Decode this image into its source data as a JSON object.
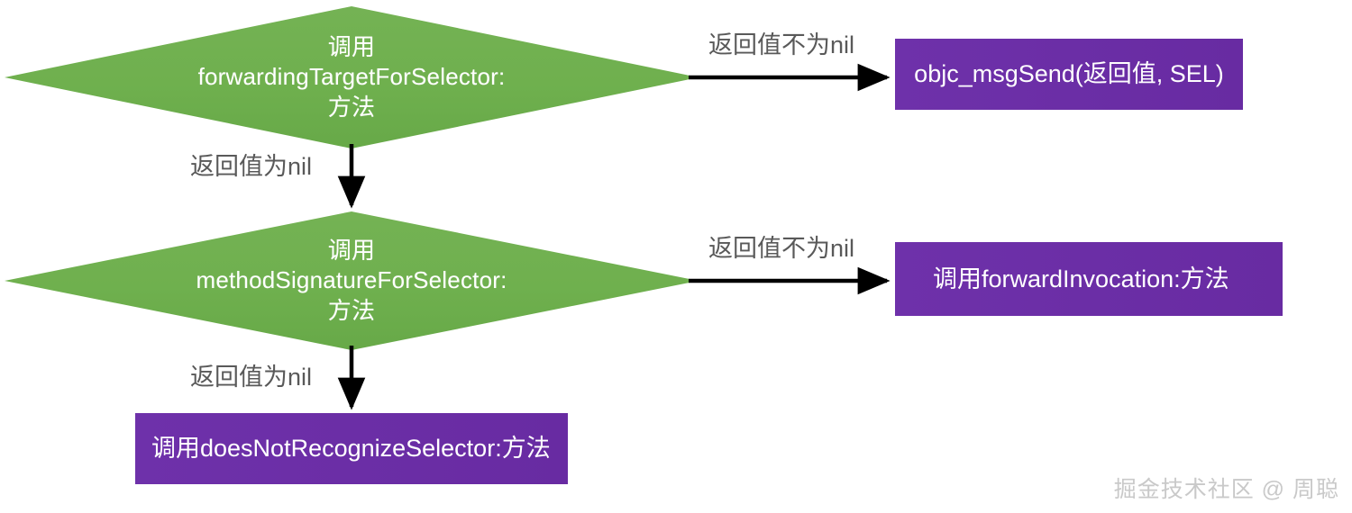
{
  "diagram": {
    "type": "flowchart",
    "title": "Objective-C message forwarding flow",
    "background": "#ffffff",
    "colors": {
      "decision_fill": "#6FB04E",
      "process_fill": "#6B2FA6",
      "node_text": "#ffffff",
      "edge_label_text": "#595959",
      "edge_stroke": "#000000",
      "watermark_text": "#c9c9c9"
    },
    "nodes": [
      {
        "id": "decision-forwarding-target",
        "shape": "diamond",
        "text": "调用\nforwardingTargetForSelector:\n方法"
      },
      {
        "id": "process-objc-msgsend",
        "shape": "rectangle",
        "text": "objc_msgSend(返回值, SEL)"
      },
      {
        "id": "decision-method-signature",
        "shape": "diamond",
        "text": "调用\nmethodSignatureForSelector:\n方法"
      },
      {
        "id": "process-forward-invocation",
        "shape": "rectangle",
        "text": "调用forwardInvocation:方法"
      },
      {
        "id": "process-does-not-recognize",
        "shape": "rectangle",
        "text": "调用doesNotRecognizeSelector:方法"
      }
    ],
    "edges": [
      {
        "id": "edge-forwarding-target-to-msgsend",
        "from": "decision-forwarding-target",
        "to": "process-objc-msgsend",
        "label": "返回值不为nil",
        "direction": "right"
      },
      {
        "id": "edge-forwarding-target-to-method-signature",
        "from": "decision-forwarding-target",
        "to": "decision-method-signature",
        "label": "返回值为nil",
        "direction": "down"
      },
      {
        "id": "edge-method-signature-to-forward-invocation",
        "from": "decision-method-signature",
        "to": "process-forward-invocation",
        "label": "返回值不为nil",
        "direction": "right"
      },
      {
        "id": "edge-method-signature-to-does-not-recognize",
        "from": "decision-method-signature",
        "to": "process-does-not-recognize",
        "label": "返回值为nil",
        "direction": "down"
      }
    ],
    "watermark": "掘金技术社区 @ 周聪"
  }
}
